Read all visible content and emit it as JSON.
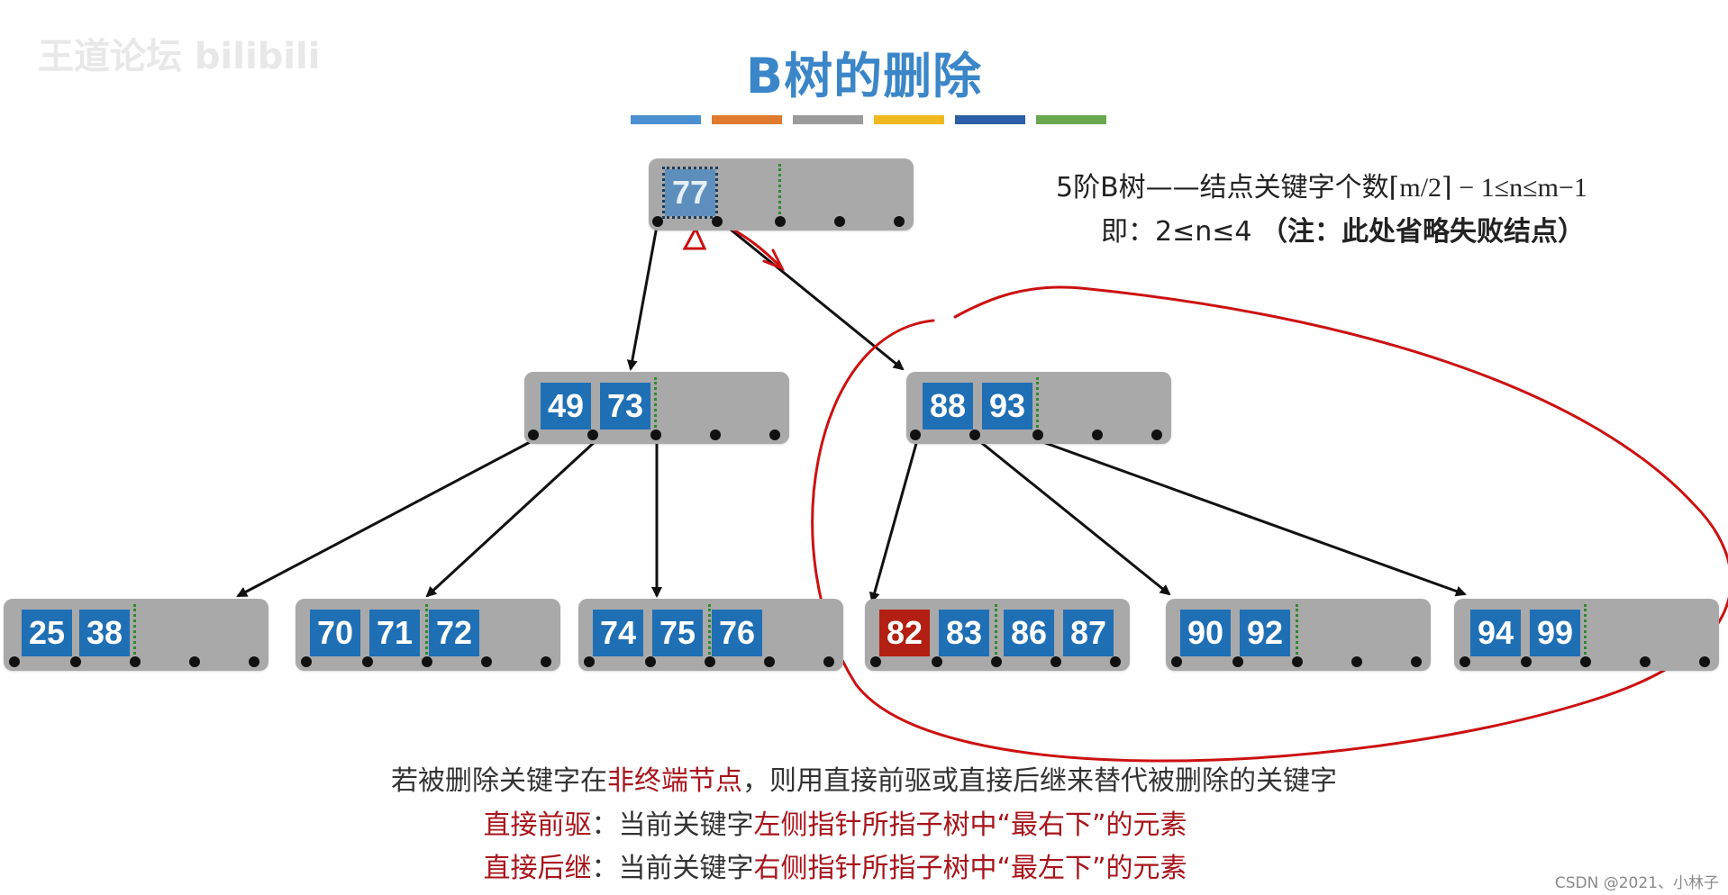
{
  "watermark": "王道论坛 bilibili",
  "title": "B树的删除",
  "color_bars": [
    "#4a8fcf",
    "#e07a2e",
    "#9b9b9b",
    "#f0b81f",
    "#2f5ea8",
    "#6aa84f"
  ],
  "rule": {
    "line1_prefix": "5阶B树——结点关键字个数",
    "line1_formula": "⌈m/2⌉ − 1≤n≤m−1",
    "line2_prefix": "即：2≤n≤4 ",
    "line2_note": "（注：此处省略失败结点）"
  },
  "tree": {
    "root": {
      "keys": [
        "77"
      ]
    },
    "level1": [
      {
        "keys": [
          "49",
          "73"
        ]
      },
      {
        "keys": [
          "88",
          "93"
        ]
      }
    ],
    "leaves": [
      {
        "keys": [
          "25",
          "38"
        ]
      },
      {
        "keys": [
          "70",
          "71",
          "72"
        ]
      },
      {
        "keys": [
          "74",
          "75",
          "76"
        ]
      },
      {
        "keys": [
          "82",
          "83",
          "86",
          "87"
        ]
      },
      {
        "keys": [
          "90",
          "92"
        ]
      },
      {
        "keys": [
          "94",
          "99"
        ]
      }
    ],
    "deleted_key": "82"
  },
  "explanation": {
    "line1_a": "若被删除关键字在",
    "line1_b": "非终端节点",
    "line1_c": "，则用直接前驱或直接后继来替代被删除的关键字",
    "line2_a": "直接前驱",
    "line2_b": "：当前关键字",
    "line2_c": "左侧指针所指子树中“最右下”的元素",
    "line3_a": "直接后继",
    "line3_b": "：当前关键字",
    "line3_c": "右侧指针所指子树中“最左下”的元素"
  },
  "credit": "CSDN @2021、小林子",
  "colors": {
    "key_blue": "#1f6fb5",
    "deleted_red": "#b31f12",
    "node_gray": "#a9a9a9",
    "title_blue": "#3a86c8",
    "annotation_red": "#cc1111"
  }
}
